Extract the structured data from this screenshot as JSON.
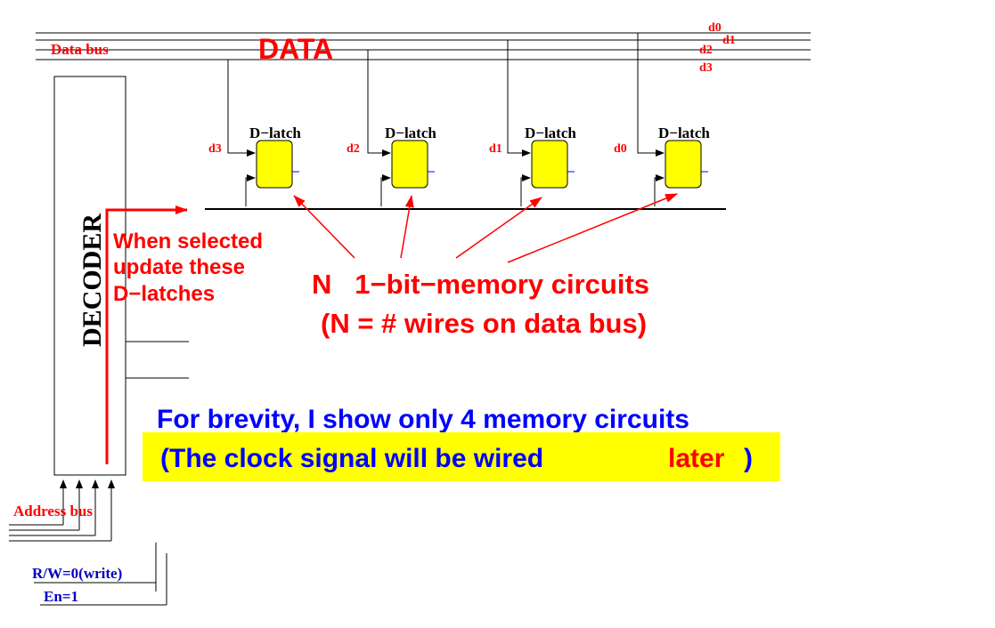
{
  "diagram": {
    "data_bus_label": "Data bus",
    "data_title": "DATA",
    "bus_lines": [
      "d0",
      "d1",
      "d2",
      "d3"
    ],
    "decoder_label": "DECODER",
    "latches": [
      {
        "title": "D−latch",
        "input": "d3"
      },
      {
        "title": "D−latch",
        "input": "d2"
      },
      {
        "title": "D−latch",
        "input": "d1"
      },
      {
        "title": "D−latch",
        "input": "d0"
      }
    ],
    "when_selected_lines": [
      "When selected",
      "update these",
      "D−latches"
    ],
    "memory_circuits_line1": "N   1−bit−memory circuits",
    "memory_circuits_line2": "(N = # wires on data bus)",
    "brevity_note": "For brevity, I show only 4 memory circuits",
    "clock_note_prefix": "(The clock signal will be wired",
    "clock_note_highlight": "later",
    "clock_note_suffix": ")",
    "address_bus_label": "Address bus",
    "rw_label": "R/W=0(write)",
    "en_label": "En=1",
    "colors": {
      "red": "#ff0000",
      "blue": "#0000ff",
      "latch_fill": "#ffff00",
      "highlight_fill": "#ffff00",
      "navy_text": "#0000c0"
    }
  }
}
